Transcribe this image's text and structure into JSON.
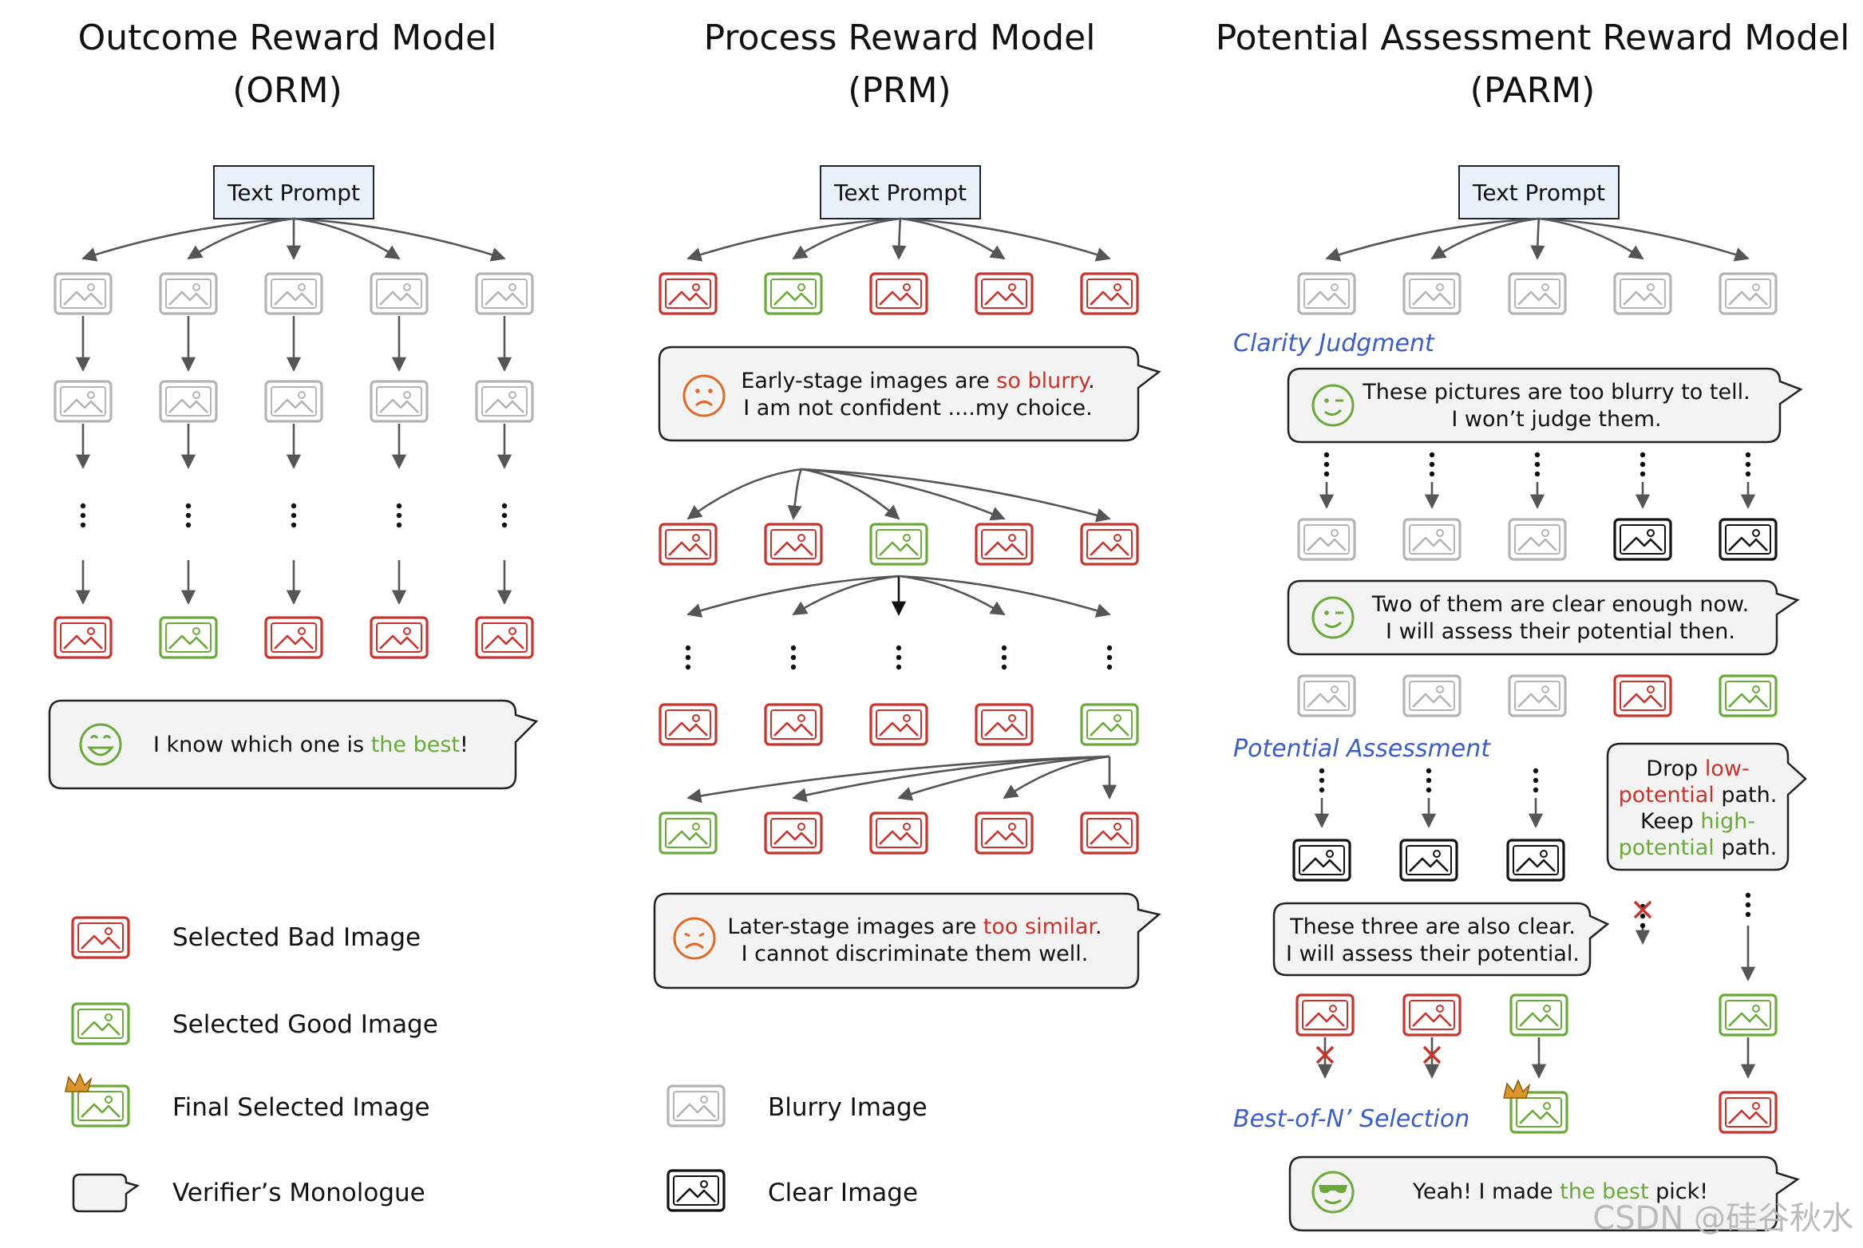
{
  "colors": {
    "bad": "#c8332b",
    "good": "#6aa93a",
    "blurry": "#b4b4b4",
    "clear": "#111111",
    "stage_label": "#3b5ec6",
    "bubble_fill": "#f3f3f3",
    "prompt_fill": "#e8f0fa"
  },
  "orm": {
    "title_line1": "Outcome Reward Model",
    "title_line2": "(ORM)",
    "prompt": "Text Prompt",
    "bubble": {
      "pre": "I know which one is ",
      "hl": "the best",
      "post": "!",
      "face": "happy"
    }
  },
  "prm": {
    "title_line1": "Process Reward Model",
    "title_line2": "(PRM)",
    "prompt": "Text Prompt",
    "bubble1": {
      "l1_pre": "Early-stage images  are ",
      "l1_hl": "so blurry",
      "l1_post": ".",
      "l2": "I am not confident ....my choice.",
      "face": "sad"
    },
    "bubble2": {
      "l1_pre": "Later-stage images are ",
      "l1_hl": "too similar",
      "l1_post": ".",
      "l2": "I cannot discriminate them well.",
      "face": "frown"
    }
  },
  "parm": {
    "title_line1": "Potential Assessment Reward Model",
    "title_line2": "(PARM)",
    "prompt": "Text Prompt",
    "stage1": "Clarity Judgment",
    "stage2": "Potential Assessment",
    "stage3": "Best-of-N’ Selection",
    "bubble1": {
      "l1": "These pictures are too blurry to tell.",
      "l2": "I won’t judge them.",
      "face": "wink"
    },
    "bubble2": {
      "l1": "Two of them are clear enough now.",
      "l2": "I will assess their potential then.",
      "face": "wink"
    },
    "bubble3": {
      "l1_a": "Drop ",
      "l1_b": "low-",
      "l2_a": "potential",
      "l2_b": " path.",
      "l3_a": "Keep  ",
      "l3_b": "high-",
      "l4_a": "potential",
      "l4_b": " path."
    },
    "bubble4": {
      "l1": "These three are also clear.",
      "l2": "I will assess their potential."
    },
    "bubble5": {
      "pre": "Yeah! I made ",
      "hl": "the best",
      "post": " pick!",
      "face": "cool"
    }
  },
  "legend": {
    "bad": "Selected Bad Image",
    "good": "Selected Good Image",
    "final": "Final Selected Image",
    "monologue": "Verifier’s Monologue",
    "blurry": "Blurry Image",
    "clear": "Clear Image"
  },
  "watermark": "CSDN @硅谷秋水"
}
